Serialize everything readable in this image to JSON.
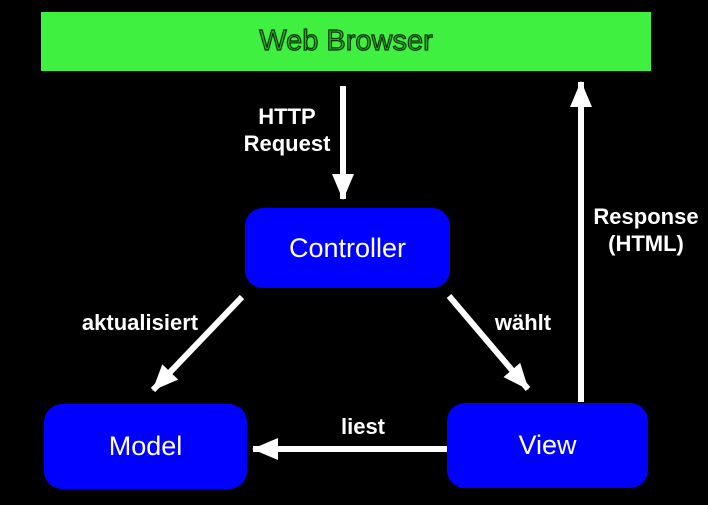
{
  "diagram": {
    "background": "#000000",
    "arrow_color": "#ffffff",
    "nodes": {
      "web_browser": {
        "label": "Web Browser",
        "fill": "#40f040"
      },
      "controller": {
        "label": "Controller",
        "fill": "#0000ff"
      },
      "model": {
        "label": "Model",
        "fill": "#0000ff"
      },
      "view": {
        "label": "View",
        "fill": "#0000ff"
      }
    },
    "edges": {
      "http_request": {
        "label_line1": "HTTP",
        "label_line2": "Request",
        "from": "Web Browser",
        "to": "Controller"
      },
      "response": {
        "label_line1": "Response",
        "label_line2": "(HTML)",
        "from": "View",
        "to": "Web Browser"
      },
      "aktualisiert": {
        "label": "aktualisiert",
        "from": "Controller",
        "to": "Model"
      },
      "waehlt": {
        "label": "wählt",
        "from": "Controller",
        "to": "View"
      },
      "liest": {
        "label": "liest",
        "from": "View",
        "to": "Model"
      }
    }
  }
}
